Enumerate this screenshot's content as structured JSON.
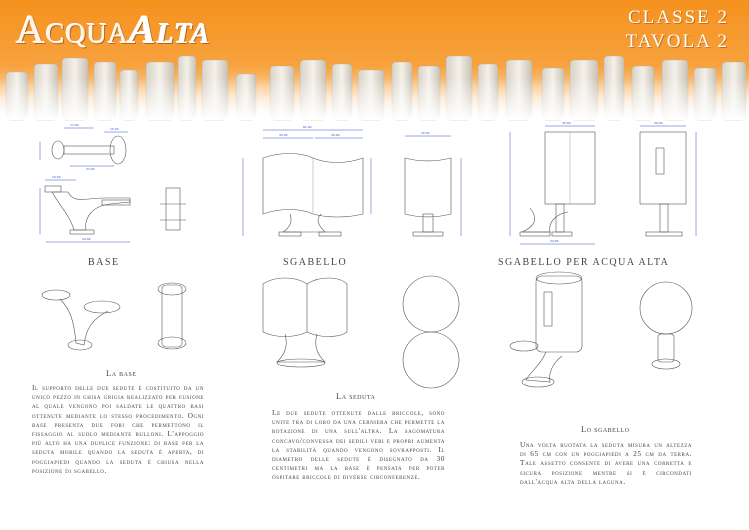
{
  "header": {
    "logo_part1": "Acqua",
    "logo_part2": "Alta",
    "classe": "CLASSE 2",
    "tavola": "TAVOLA 2",
    "accent_color": "#f5911e"
  },
  "labels": {
    "base": "BASE",
    "sgabello": "SGABELLO",
    "sgabello_acqua_alta": "SGABELLO PER ACQUA ALTA"
  },
  "captions": {
    "la_base": "La base",
    "la_seduta": "La seduta",
    "lo_sgabello": "Lo sgabello"
  },
  "paragraphs": {
    "base": "Il supporto delle due sedute è costituito da un unico pezzo in ghisa grigia realizzato per fusione al quale vengono poi saldate le quattro basi ottenute mediante lo stesso procedimento. Ogni base presenta due fori che permettono il fissaggio al suolo mediante bulloni. L'appoggio più alto ha una duplice funzione: di base per la seduta mobile quando la seduta è aperta, di poggiapiedi quando la seduta è chiusa nella posizione di sgabello.",
    "seduta": "Le due sedute ottenute dalle briccole, sono unite tra di loro da una cerniera che permette la rotazione di una sull'altra. La sagomatura concavo/convessa dei sedili veri e propri aumenta la stabilità quando vengono sovrapposti. Il diametro delle sedute è disegnato da 30 centimetri ma la base è pensata per poter ospitare briccole di diverse circonferenze.",
    "sgabello": "Una volta ruotata la seduta misura un altezza di 65 cm con un poggiapiedi a 25 cm da terra. Tale assetto consente di avere una corretta e sicura posizione mentre si è circondati dall'acqua alta della laguna."
  }
}
